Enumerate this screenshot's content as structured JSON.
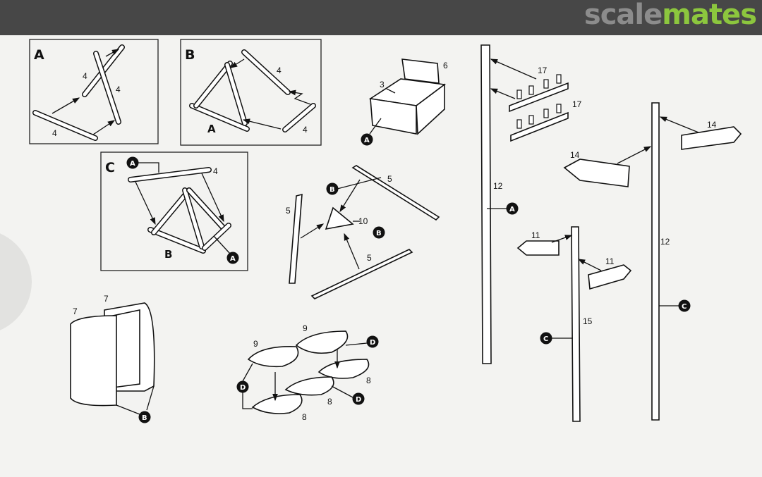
{
  "header": {
    "logo_part1": "scale",
    "logo_part2": "mates",
    "colors": {
      "bar": "#474747",
      "logo_gray": "#8c8c8c",
      "logo_green": "#8cc63e"
    }
  },
  "steps": {
    "a": {
      "title": "A",
      "labels": [
        "4",
        "4",
        "4"
      ]
    },
    "b": {
      "title": "B",
      "labels": [
        "4",
        "4"
      ],
      "sub": "A"
    },
    "c": {
      "title": "C",
      "callout_top": "A",
      "label": "4",
      "sub": "B",
      "callout_bottom": "A"
    }
  },
  "crate": {
    "lid": "6",
    "box": "3",
    "callout": "A"
  },
  "triangle": {
    "top_rail": "5",
    "callout1": "B",
    "left_rail": "5",
    "center": "10",
    "callout2": "B",
    "bottom_rail": "5"
  },
  "barrels": {
    "right_half": "7",
    "left_half": "7",
    "callout": "B"
  },
  "sandbags": {
    "top": "9",
    "left": "9",
    "callout_right": "D",
    "right_bag": "8",
    "callout_left": "D",
    "middle_bag": "8",
    "callout_mid": "D",
    "bottom_bag": "8"
  },
  "poles": {
    "insulator_top": "17",
    "insulator_bottom": "17",
    "tall_pole": "12",
    "tall_callout": "A",
    "sign_right": "14",
    "sign_left": "14",
    "right_pole": "12",
    "right_callout": "C",
    "small_sign_left": "11",
    "small_sign_right": "11",
    "short_pole": "15",
    "short_callout": "C"
  }
}
